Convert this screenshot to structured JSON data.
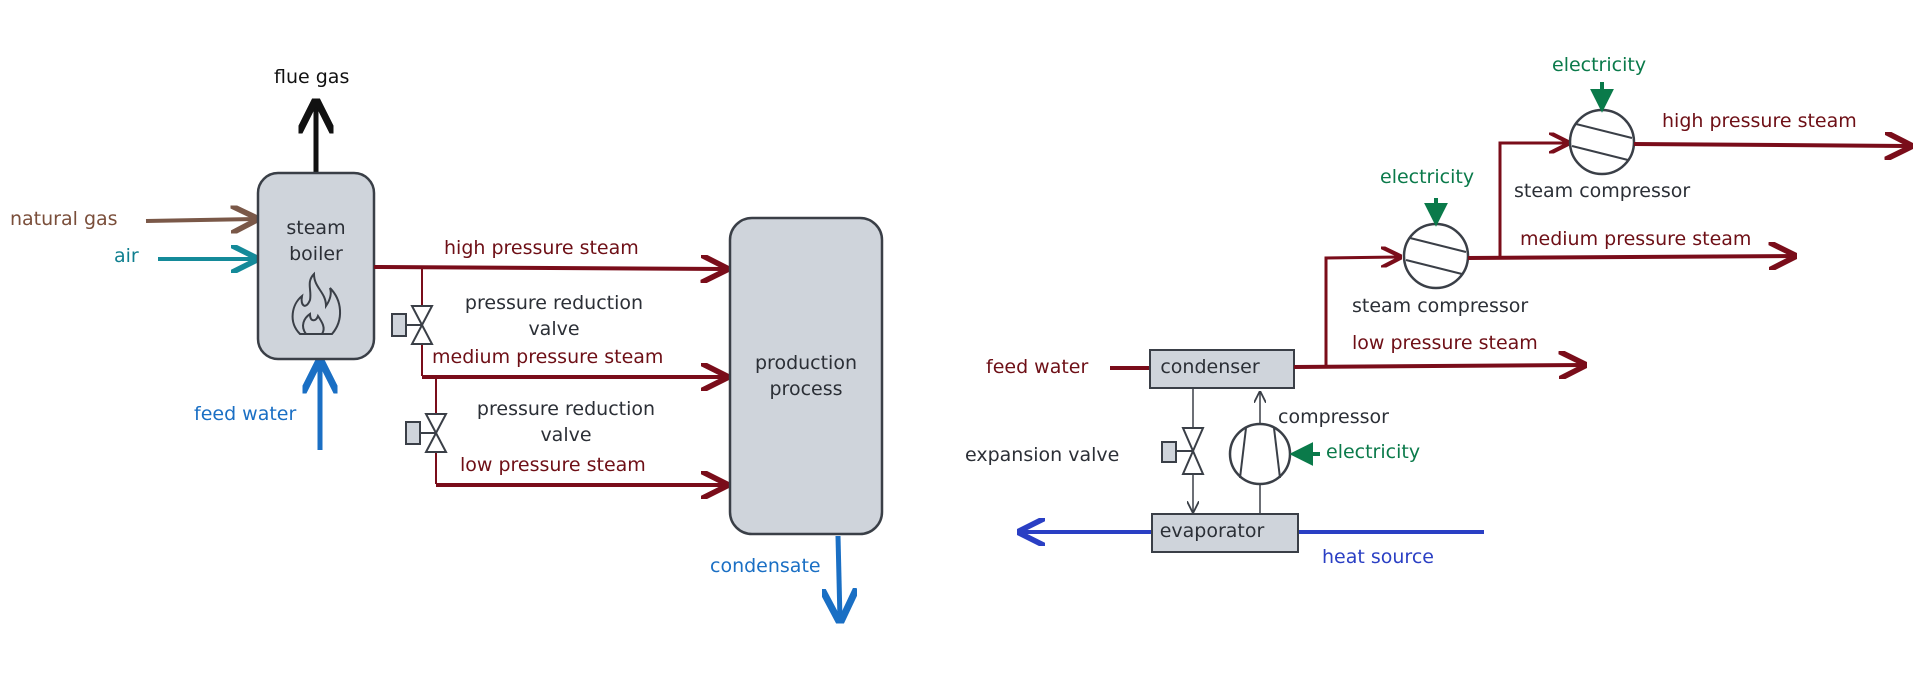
{
  "colors": {
    "steam": "#7a0d1a",
    "feed_water_blue": "#1a6fc4",
    "air": "#148a99",
    "natural_gas": "#7a5848",
    "electricity": "#0a7a4a",
    "heat_source": "#2a3fc4",
    "equipment_fill": "#cfd4db",
    "equipment_stroke": "#3a3f47",
    "flue": "#111111"
  },
  "left_diagram": {
    "flue_gas": "flue gas",
    "natural_gas": "natural gas",
    "air": "air",
    "boiler_label_line1": "steam",
    "boiler_label_line2": "boiler",
    "feed_water": "feed water",
    "high_pressure_steam": "high pressure steam",
    "valve1_line1": "pressure reduction",
    "valve1_line2": "valve",
    "medium_pressure_steam": "medium pressure steam",
    "valve2_line1": "pressure reduction",
    "valve2_line2": "valve",
    "low_pressure_steam": "low pressure steam",
    "process_line1": "production",
    "process_line2": "process",
    "condensate": "condensate"
  },
  "right_diagram": {
    "electricity_top": "electricity",
    "high_pressure_steam": "high pressure steam",
    "steam_compressor_top": "steam compressor",
    "electricity_mid": "electricity",
    "medium_pressure_steam": "medium pressure steam",
    "steam_compressor_mid": "steam compressor",
    "feed_water": "feed water",
    "condenser": "condenser",
    "low_pressure_steam": "low pressure steam",
    "compressor": "compressor",
    "electricity_bottom": "electricity",
    "expansion_valve": "expansion valve",
    "evaporator": "evaporator",
    "heat_source": "heat source"
  }
}
